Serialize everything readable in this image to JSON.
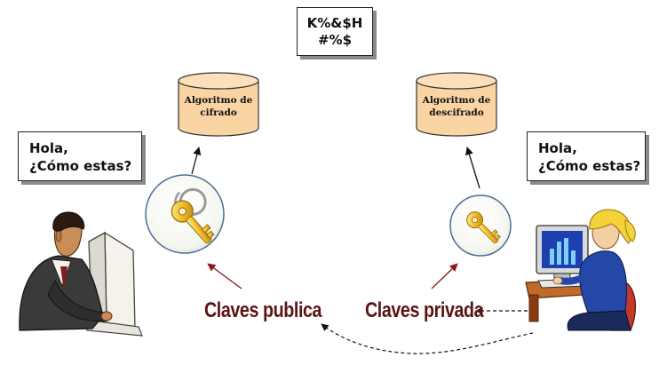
{
  "left_message": {
    "line1": "Hola,",
    "line2": "¿Cómo estas?"
  },
  "right_message": {
    "line1": "Hola,",
    "line2": "¿Cómo estas?"
  },
  "ciphertext": {
    "line1": "K%&$H",
    "line2": "#%$"
  },
  "encrypt_algorithm": {
    "line1": "Algoritmo de",
    "line2": "cifrado"
  },
  "decrypt_algorithm": {
    "line1": "Algoritmo de",
    "line2": "descifrado"
  },
  "public_key_label": "Claves publica",
  "private_key_label": "Claves privada",
  "colors": {
    "cylinder_fill": "#fbd4a3",
    "cylinder_stroke": "#333333",
    "key_gold": "#e8b21c",
    "key_arrow": "#8b1a1a",
    "label_text": "#5a1414"
  },
  "icons": {
    "sender": "man-at-computer-illustration",
    "receiver": "woman-at-computer-illustration",
    "public_key": "gold-key-icon",
    "private_key": "gold-key-icon"
  }
}
